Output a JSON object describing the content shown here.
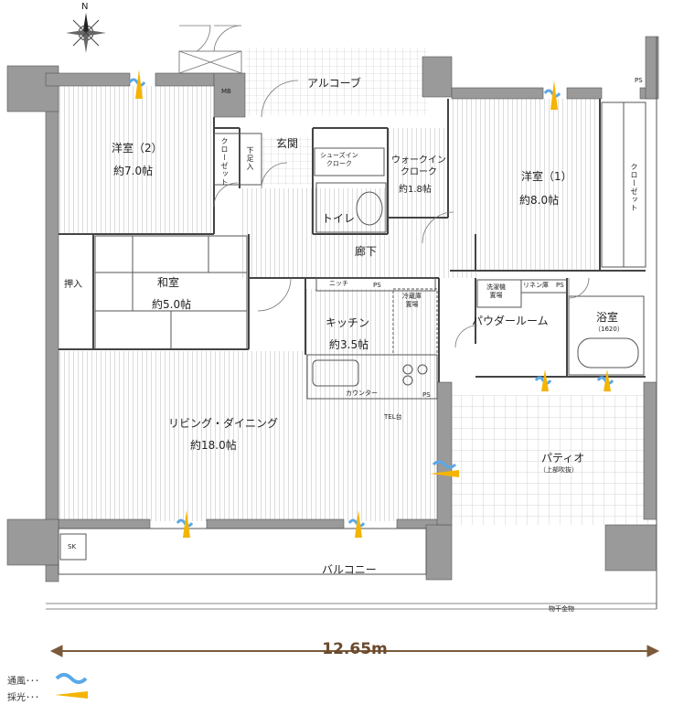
{
  "compass": {
    "north_label": "N"
  },
  "rooms": {
    "alcove": "アルコーブ",
    "mb": "MB",
    "ps_top": "PS",
    "western_room_2": {
      "name": "洋室（2）",
      "area": "約7.0帖"
    },
    "closet_left": "クローゼット",
    "shoe_cabinet": "下足入",
    "entrance": "玄関",
    "shoes_in_closet": "シューズイン\nクローク",
    "toilet": "トイレ",
    "walk_in_closet": {
      "name": "ウォークイン\nクローク",
      "area": "約1.8帖"
    },
    "western_room_1": {
      "name": "洋室（1）",
      "area": "約8.0帖"
    },
    "closet_right": "クローゼット",
    "hallway": "廊下",
    "oshiire": "押入",
    "japanese_room": {
      "name": "和室",
      "area": "約5.0帖"
    },
    "niche": "ニッチ",
    "ps_niche": "PS",
    "fridge": "冷蔵庫\n置場",
    "kitchen": {
      "name": "キッチン",
      "area": "約3.5帖"
    },
    "washer": "洗濯機\n置場",
    "linen": "リネン庫",
    "ps_linen": "PS",
    "powder_room": "パウダールーム",
    "bathroom": {
      "name": "浴室",
      "size": "（1620）"
    },
    "counter": "カウンター",
    "ps_counter": "PS",
    "tel": "TEL台",
    "living_dining": {
      "name": "リビング・ダイニング",
      "area": "約18.0帖"
    },
    "patio": {
      "name": "パティオ",
      "note": "（上部吹抜）"
    },
    "sk": "SK",
    "balcony": "バルコニー",
    "laundry_pole": "物干金物"
  },
  "dimension": {
    "label": "12.65m"
  },
  "legend": {
    "ventilation": {
      "label": "通風･･･",
      "color": "#5aa8e8"
    },
    "light": {
      "label": "採光･･･",
      "color": "#f4b400"
    }
  }
}
